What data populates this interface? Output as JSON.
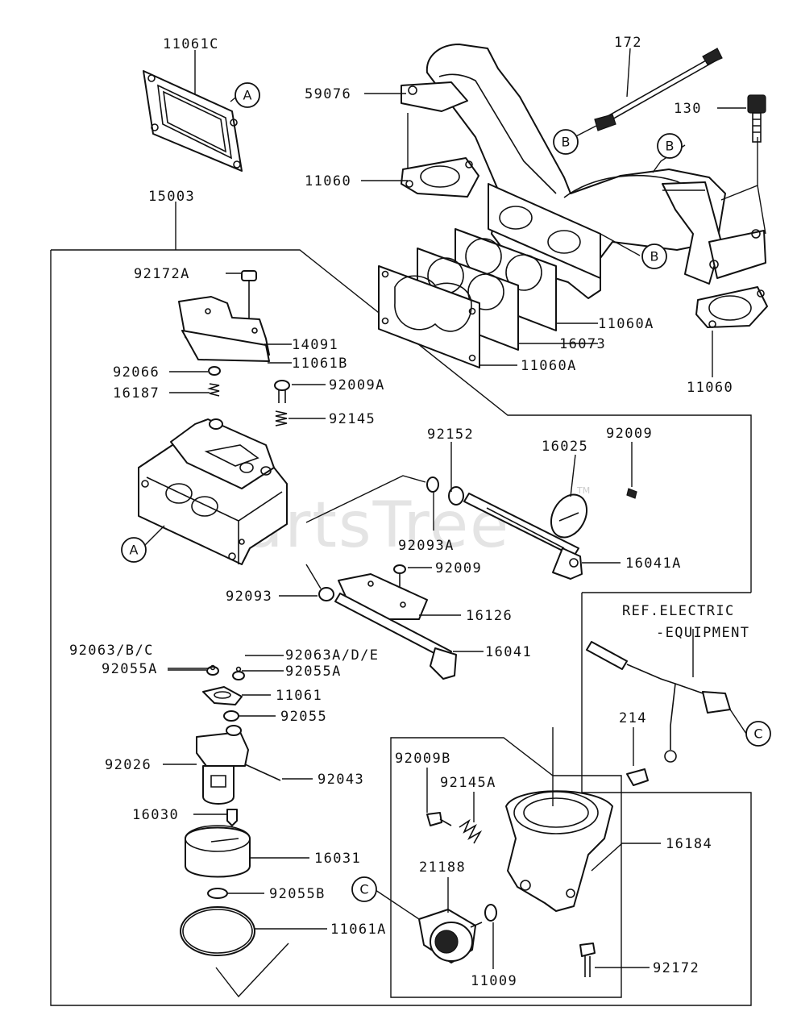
{
  "watermark": "PartsTree",
  "watermark_tm": "TM",
  "labels": {
    "p11061C": "11061C",
    "p172": "172",
    "p59076": "59076",
    "p130": "130",
    "p11060_top": "11060",
    "p15003": "15003",
    "p92172A": "92172A",
    "p14091": "14091",
    "p11061B": "11061B",
    "p92066": "92066",
    "p16187": "16187",
    "p92009A": "92009A",
    "p92145": "92145",
    "p11060A_1": "11060A",
    "p16073": "16073",
    "p11060A_2": "11060A",
    "p11060_right": "11060",
    "p92152": "92152",
    "p16025": "16025",
    "p92009_top": "92009",
    "p92093A": "92093A",
    "p16041A": "16041A",
    "p92009_mid": "92009",
    "p92093": "92093",
    "p16126": "16126",
    "ref_line1": "REF.ELECTRIC",
    "ref_line2": "-EQUIPMENT",
    "p92063BC": "92063/B/C",
    "p92063ADE": "92063A/D/E",
    "p16041": "16041",
    "p92055A_left": "92055A",
    "p92055A_right": "92055A",
    "p11061": "11061",
    "p92055": "92055",
    "p214": "214",
    "p92026": "92026",
    "p92043": "92043",
    "p92009B": "92009B",
    "p92145A": "92145A",
    "p16030": "16030",
    "p16184": "16184",
    "p21188": "21188",
    "p16031": "16031",
    "p92055B": "92055B",
    "p11061A": "11061A",
    "p11009": "11009",
    "p92172": "92172"
  },
  "callouts": {
    "a1": "A",
    "a2": "A",
    "b1": "B",
    "b2": "B",
    "b3": "B",
    "c1": "C",
    "c2": "C"
  }
}
